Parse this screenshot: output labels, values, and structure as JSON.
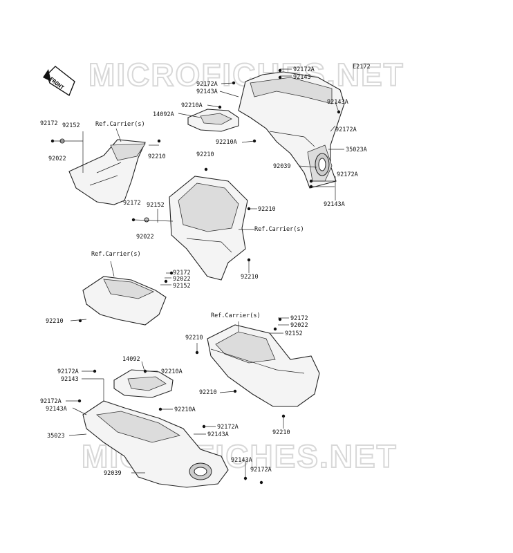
{
  "diagram_code": "E2172",
  "front_label": "FRONT",
  "watermark_top": "MICROFICHES.NET",
  "watermark_bottom": "MICROFICHES.NET",
  "labels": {
    "l01": "92172A",
    "l02": "92143",
    "l03": "92172A",
    "l04": "92143A",
    "l05": "92210A",
    "l06": "14092A",
    "l07": "92143A",
    "l08": "92172A",
    "l09": "92210A",
    "l10": "35023A",
    "l11": "92039",
    "l12": "92172A",
    "l13": "92143A",
    "l14": "92172",
    "l15": "92152",
    "l16": "Ref.Carrier(s)",
    "l17": "92022",
    "l18": "92210",
    "l19": "92210",
    "l20": "92172",
    "l21": "92152",
    "l22": "92210",
    "l23": "92022",
    "l24": "Ref.Carrier(s)",
    "l25": "Ref.Carrier(s)",
    "l26": "92172",
    "l27": "92022",
    "l28": "92152",
    "l29": "92210",
    "l30": "92210",
    "l31": "Ref.Carrier(s)",
    "l32": "92172",
    "l33": "92022",
    "l34": "92152",
    "l35": "92210",
    "l36": "14092",
    "l37": "92172A",
    "l38": "92210A",
    "l39": "92143",
    "l40": "92172A",
    "l41": "92143A",
    "l42": "92210A",
    "l43": "92172A",
    "l44": "92143A",
    "l45": "35023",
    "l46": "92210",
    "l47": "92210",
    "l48": "92143A",
    "l49": "92172A",
    "l50": "92039"
  }
}
